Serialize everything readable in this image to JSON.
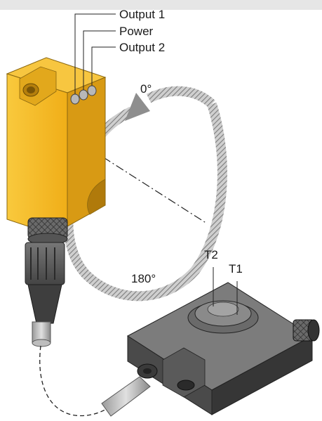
{
  "labels": {
    "output1": "Output 1",
    "power": "Power",
    "output2": "Output 2",
    "angle_top": "0°",
    "angle_bottom": "180°",
    "t2": "T2",
    "t1": "T1"
  },
  "colors": {
    "sensor_body": "#f4b621",
    "sensor_shade": "#c8900f",
    "actuator_body": "#5f5f5f",
    "rotation_arrow": "#9a9a9a",
    "led": "#b8b8b8"
  }
}
